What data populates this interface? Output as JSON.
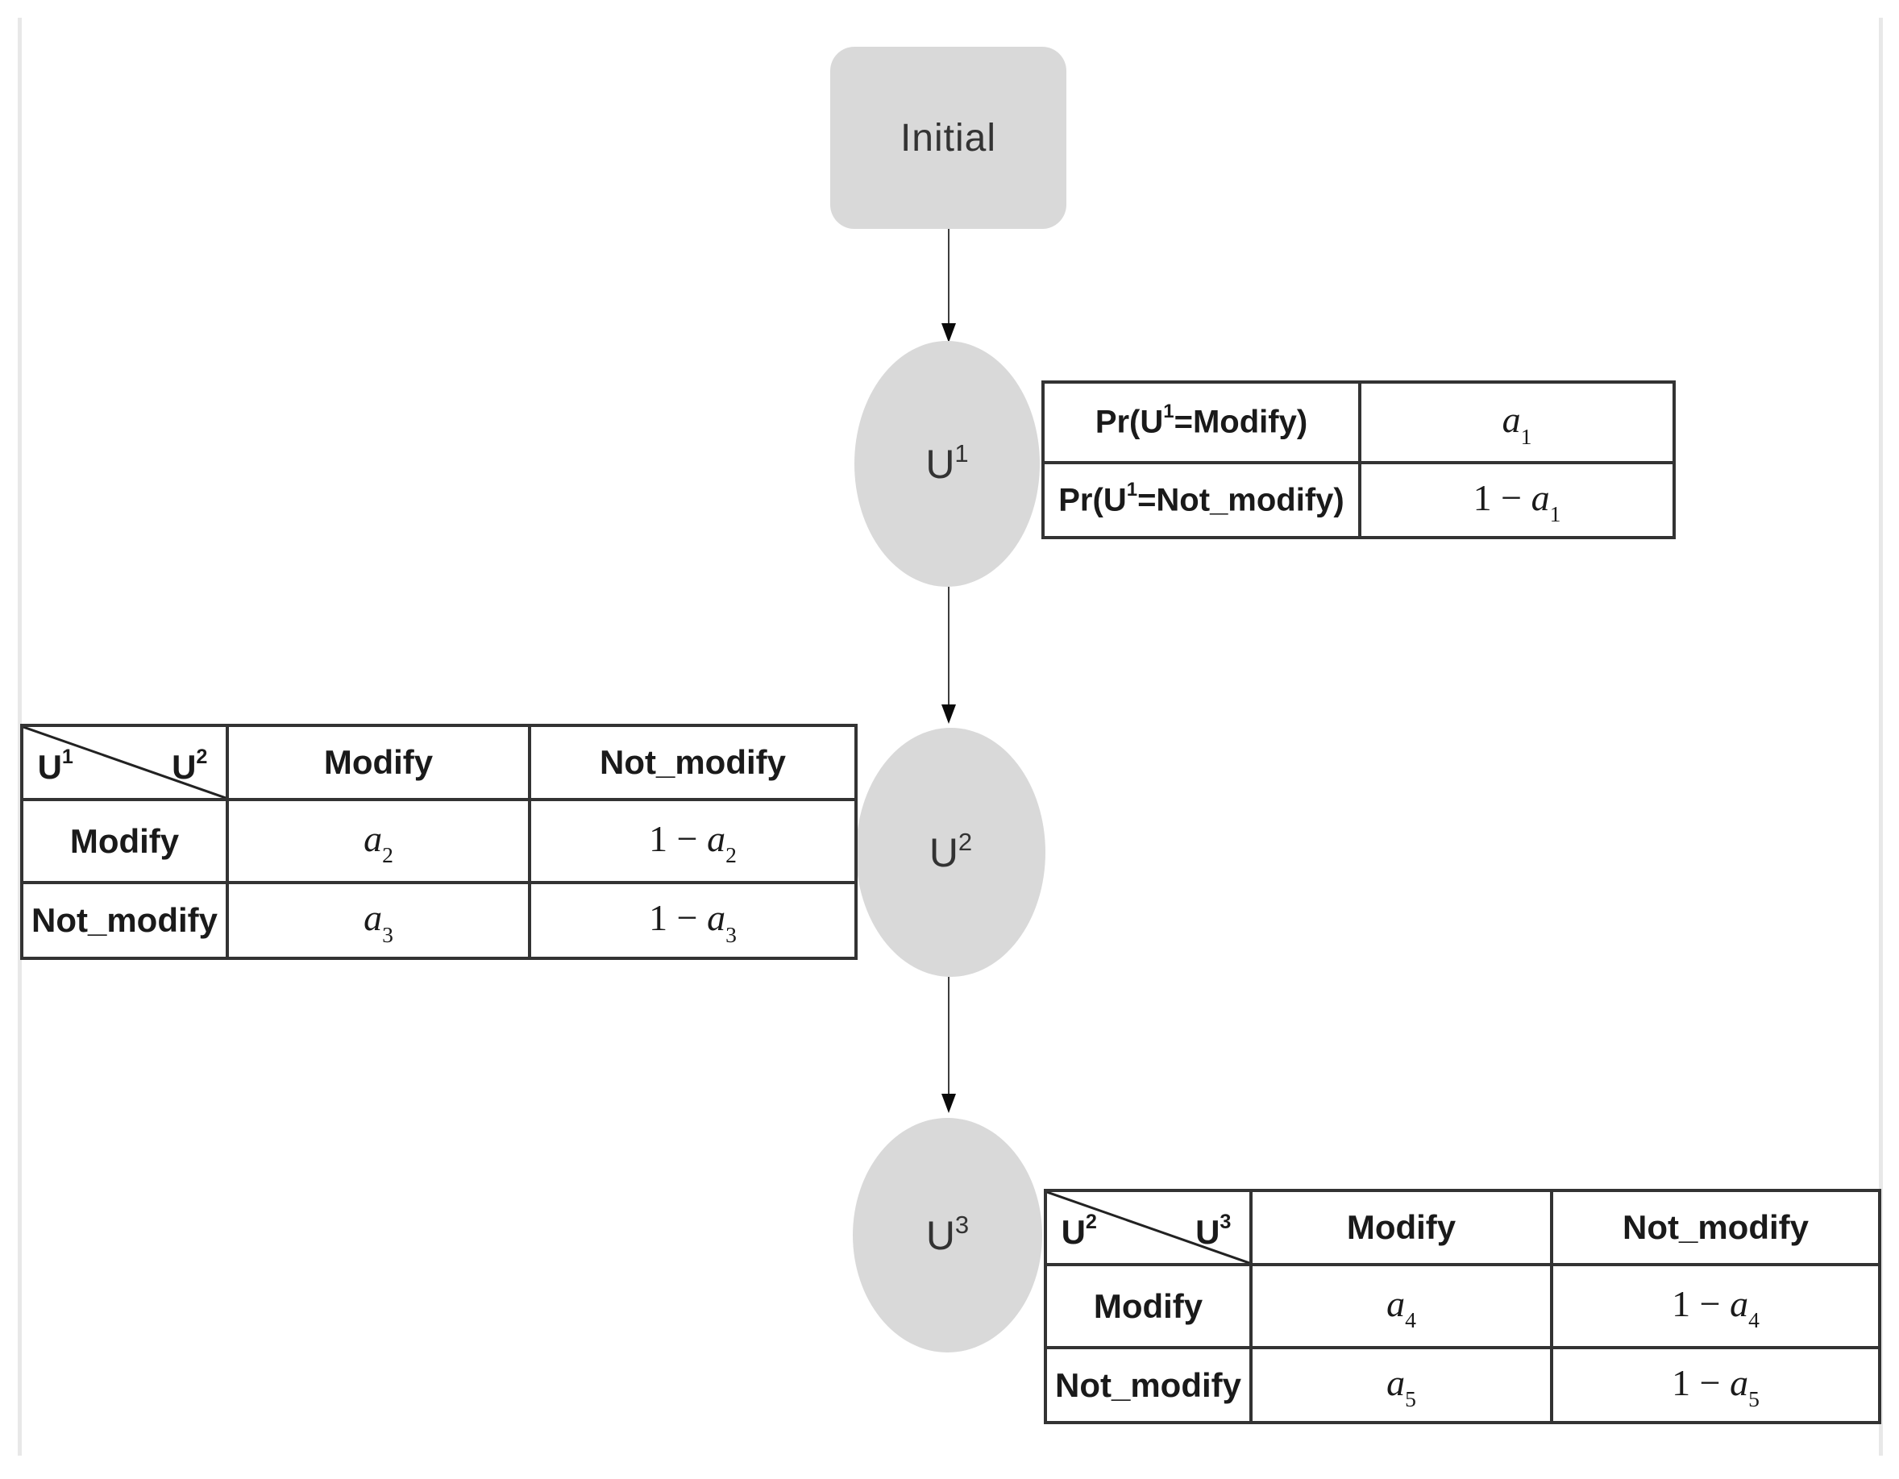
{
  "nodes": {
    "initial": {
      "label": "Initial"
    },
    "u1": {
      "base": "U",
      "sup": "1"
    },
    "u2": {
      "base": "U",
      "sup": "2"
    },
    "u3": {
      "base": "U",
      "sup": "3"
    }
  },
  "tables": {
    "prior_u1": {
      "rows": [
        {
          "label_pre": "Pr(U",
          "label_sup": "1",
          "label_post": "=Modify)",
          "value_pre": "",
          "value_base": "a",
          "value_sub": "1"
        },
        {
          "label_pre": "Pr(U",
          "label_sup": "1",
          "label_post": "=Not_modify)",
          "value_pre": "1 − ",
          "value_base": "a",
          "value_sub": "1"
        }
      ]
    },
    "trans_u1_u2": {
      "corner": {
        "row_base": "U",
        "row_sup": "1",
        "col_base": "U",
        "col_sup": "2"
      },
      "col_headers": [
        "Modify",
        "Not_modify"
      ],
      "rows": [
        {
          "label": "Modify",
          "c1_pre": "",
          "c1_base": "a",
          "c1_sub": "2",
          "c2_pre": "1 − ",
          "c2_base": "a",
          "c2_sub": "2"
        },
        {
          "label": "Not_modify",
          "c1_pre": "",
          "c1_base": "a",
          "c1_sub": "3",
          "c2_pre": "1 − ",
          "c2_base": "a",
          "c2_sub": "3"
        }
      ]
    },
    "trans_u2_u3": {
      "corner": {
        "row_base": "U",
        "row_sup": "2",
        "col_base": "U",
        "col_sup": "3"
      },
      "col_headers": [
        "Modify",
        "Not_modify"
      ],
      "rows": [
        {
          "label": "Modify",
          "c1_pre": "",
          "c1_base": "a",
          "c1_sub": "4",
          "c2_pre": "1 − ",
          "c2_base": "a",
          "c2_sub": "4"
        },
        {
          "label": "Not_modify",
          "c1_pre": "",
          "c1_base": "a",
          "c1_sub": "5",
          "c2_pre": "1 − ",
          "c2_base": "a",
          "c2_sub": "5"
        }
      ]
    }
  },
  "colors": {
    "node_fill": "#d9d9d9",
    "table_border": "#333333",
    "text": "#1a1a1a",
    "frame_line": "#e8e8e8",
    "arrow": "#0a0a0a"
  }
}
